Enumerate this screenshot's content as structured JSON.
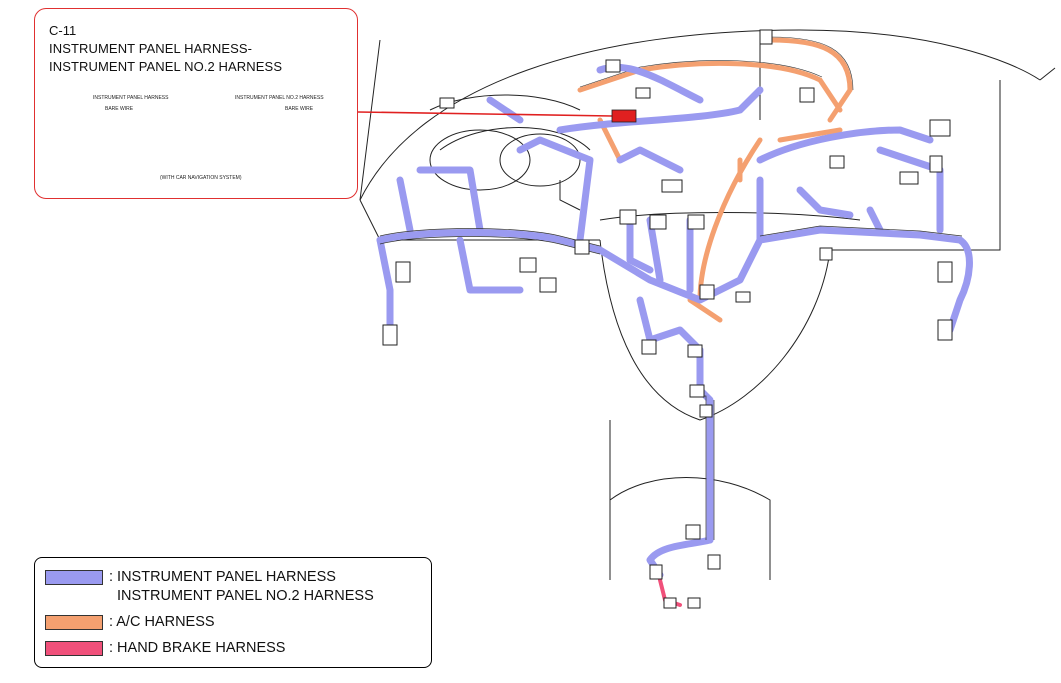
{
  "connector": {
    "id": "C-11",
    "title_line1": "INSTRUMENT PANEL HARNESS-",
    "title_line2": "INSTRUMENT PANEL NO.2 HARNESS",
    "left_label": "INSTRUMENT PANEL HARNESS",
    "right_label": "INSTRUMENT PANEL NO.2 HARNESS",
    "bare_wire": "BARE WIRE",
    "note": "(WITH CAR NAVIGATION SYSTEM)"
  },
  "legend": {
    "items": [
      {
        "swatch_color": "#9a9af0",
        "line1": ": INSTRUMENT PANEL HARNESS",
        "line2": "INSTRUMENT PANEL NO.2 HARNESS"
      },
      {
        "swatch_color": "#f4a070",
        "line1": ": A/C HARNESS",
        "line2": ""
      },
      {
        "swatch_color": "#f0507a",
        "line1": ": HAND BRAKE HARNESS",
        "line2": ""
      }
    ]
  },
  "colors": {
    "instrument_harness": "#9a9af0",
    "ac_harness": "#f4a070",
    "hand_brake_harness": "#f0507a",
    "callout_border": "#e03030",
    "leader_line": "#e02020"
  }
}
